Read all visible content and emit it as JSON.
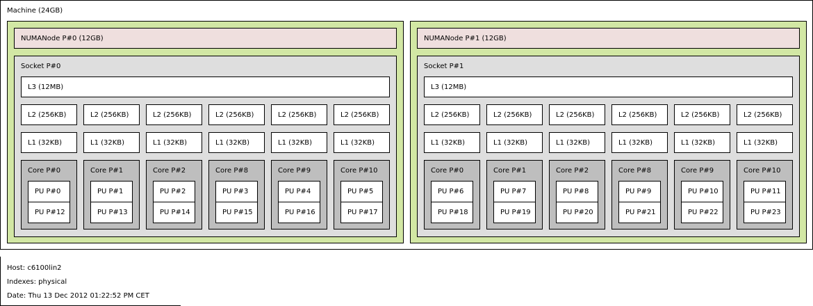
{
  "machine": {
    "label": "Machine (24GB)"
  },
  "numa_nodes": [
    {
      "numa_label": "NUMANode P#0 (12GB)",
      "socket_label": "Socket P#0",
      "l3_label": "L3 (12MB)",
      "l2_labels": [
        "L2 (256KB)",
        "L2 (256KB)",
        "L2 (256KB)",
        "L2 (256KB)",
        "L2 (256KB)",
        "L2 (256KB)"
      ],
      "l1_labels": [
        "L1 (32KB)",
        "L1 (32KB)",
        "L1 (32KB)",
        "L1 (32KB)",
        "L1 (32KB)",
        "L1 (32KB)"
      ],
      "cores": [
        {
          "label": "Core P#0",
          "pus": [
            "PU P#0",
            "PU P#12"
          ]
        },
        {
          "label": "Core P#1",
          "pus": [
            "PU P#1",
            "PU P#13"
          ]
        },
        {
          "label": "Core P#2",
          "pus": [
            "PU P#2",
            "PU P#14"
          ]
        },
        {
          "label": "Core P#8",
          "pus": [
            "PU P#3",
            "PU P#15"
          ]
        },
        {
          "label": "Core P#9",
          "pus": [
            "PU P#4",
            "PU P#16"
          ]
        },
        {
          "label": "Core P#10",
          "pus": [
            "PU P#5",
            "PU P#17"
          ]
        }
      ]
    },
    {
      "numa_label": "NUMANode P#1 (12GB)",
      "socket_label": "Socket P#1",
      "l3_label": "L3 (12MB)",
      "l2_labels": [
        "L2 (256KB)",
        "L2 (256KB)",
        "L2 (256KB)",
        "L2 (256KB)",
        "L2 (256KB)",
        "L2 (256KB)"
      ],
      "l1_labels": [
        "L1 (32KB)",
        "L1 (32KB)",
        "L1 (32KB)",
        "L1 (32KB)",
        "L1 (32KB)",
        "L1 (32KB)"
      ],
      "cores": [
        {
          "label": "Core P#0",
          "pus": [
            "PU P#6",
            "PU P#18"
          ]
        },
        {
          "label": "Core P#1",
          "pus": [
            "PU P#7",
            "PU P#19"
          ]
        },
        {
          "label": "Core P#2",
          "pus": [
            "PU P#8",
            "PU P#20"
          ]
        },
        {
          "label": "Core P#8",
          "pus": [
            "PU P#9",
            "PU P#21"
          ]
        },
        {
          "label": "Core P#9",
          "pus": [
            "PU P#10",
            "PU P#22"
          ]
        },
        {
          "label": "Core P#10",
          "pus": [
            "PU P#11",
            "PU P#23"
          ]
        }
      ]
    }
  ],
  "footer": {
    "host": "Host: c6100lin2",
    "indexes": "Indexes: physical",
    "date": "Date: Thu 13 Dec 2012 01:22:52 PM CET"
  },
  "colors": {
    "machine": "#ffffff",
    "numa_group": "#d2e7a4",
    "numa_node": "#efdfde",
    "socket": "#dedede",
    "cache": "#ffffff",
    "core": "#bebebe",
    "pu": "#ffffff"
  }
}
